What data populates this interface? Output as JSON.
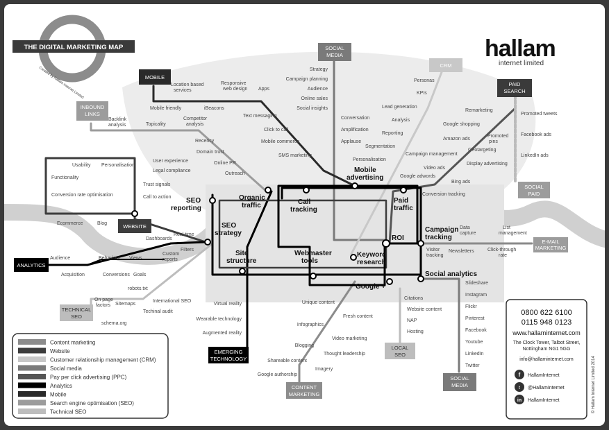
{
  "title": "THE DIGITAL MARKETING MAP",
  "created_by": "Created by Hallam Internet Limited",
  "brand": {
    "name": "hallam",
    "sub": "internet limited"
  },
  "copyright": "© Hallam Internet Limited 2014",
  "colors": {
    "content": "#8c8c8c",
    "website": "#3d3d3d",
    "crm": "#c8c8c8",
    "social": "#7a7a7a",
    "ppc": "#555555",
    "analytics": "#000000",
    "mobile": "#2a2a2a",
    "seo": "#9c9c9c",
    "tech": "#bdbdbd",
    "bg": "#e6e6e6"
  },
  "boxes": {
    "social_media_top": [
      "SOCIAL",
      "MEDIA"
    ],
    "crm": [
      "CRM"
    ],
    "mobile": [
      "MOBILE"
    ],
    "inbound_links": [
      "INBOUND",
      "LINKS"
    ],
    "paid_search": [
      "PAID",
      "SEARCH"
    ],
    "social_paid": [
      "SOCIAL",
      "PAID"
    ],
    "website": [
      "WEBSITE"
    ],
    "analytics": [
      "ANALYTICS"
    ],
    "email": [
      "E-MAIL",
      "MARKETING"
    ],
    "technical_seo": [
      "TECHNICAL",
      "SEO"
    ],
    "emerging": [
      "EMERGING",
      "TECHNOLOGY"
    ],
    "content_marketing": [
      "CONTENT",
      "MARKETING"
    ],
    "local_seo": [
      "LOCAL",
      "SEO"
    ],
    "social_media_bottom": [
      "SOCIAL",
      "MEDIA"
    ]
  },
  "hubs": {
    "seo_reporting": [
      "SEO",
      "reporting"
    ],
    "organic_traffic": [
      "Organic",
      "traffic"
    ],
    "call_tracking": [
      "Call",
      "tracking"
    ],
    "mobile_advertising": [
      "Mobile",
      "advertising"
    ],
    "paid_traffic": [
      "Paid",
      "traffic"
    ],
    "seo_strategy": [
      "SEO",
      "strategy"
    ],
    "roi": [
      "ROI"
    ],
    "campaign_tracking": [
      "Campaign",
      "tracking"
    ],
    "site_structure": [
      "Site",
      "structure"
    ],
    "webmaster_tools": [
      "Webmaster",
      "tools"
    ],
    "keyword_research": [
      "Keyword",
      "research"
    ],
    "social_analytics": [
      "Social analytics"
    ],
    "google_plus": [
      "Google +"
    ]
  },
  "stations": {
    "social_media_line": [
      "Strategy",
      "Campaign planning",
      "Audience",
      "Online sales",
      "Social insights"
    ],
    "social_media_right": [
      "Conversation",
      "Amplification",
      "Applause"
    ],
    "mobile_line": [
      "Location based",
      "services",
      "Responsive",
      "web design",
      "Apps",
      "Mobile friendly",
      "iBeacons",
      "Text messaging",
      "Click to call",
      "Mobile commerce",
      "SMS marketing"
    ],
    "inbound_links": [
      "Backlink",
      "analysis",
      "Topicality",
      "Competitor",
      "analysis",
      "Recency",
      "Domain trust",
      "Online PR",
      "Outreach"
    ],
    "website": [
      "Usability",
      "Personalisation",
      "User experience",
      "Legal compliance",
      "Functionality",
      "Trust signals",
      "Conversion rate optimisation",
      "Call to action",
      "Ecommerce",
      "Blog"
    ],
    "crm": [
      "Personas",
      "KPIs",
      "Lead generation",
      "Analysis",
      "Reporting",
      "Segmentation",
      "Personalisation"
    ],
    "paid_search": [
      "Remarketing",
      "Google shopping",
      "Amazon ads",
      "Promoted",
      "pins",
      "Geotargeting",
      "Display advertising",
      "Campaign management",
      "Video ads",
      "Google adwords",
      "Bing ads",
      "Conversion tracking"
    ],
    "social_paid": [
      "Promoted tweets",
      "Facebook ads",
      "LinkedIn ads"
    ],
    "email": [
      "Data",
      "capture",
      "List",
      "management",
      "Visitor",
      "tracking",
      "Newsletters",
      "Click-through",
      "rate"
    ],
    "analytics": [
      "Audience",
      "Acquisition",
      "Behaviour",
      "Views",
      "Conversions",
      "Goals",
      "Dashboards",
      "Custom",
      "reports",
      "Real time",
      "Filters"
    ],
    "technical_seo": [
      "robots.txt",
      "On page",
      "factors",
      "Sitemaps",
      "International SEO",
      "Techinal audit",
      "schema.org"
    ],
    "emerging": [
      "Virtual reality",
      "Wearable technology",
      "Augmented reality"
    ],
    "content": [
      "Unique content",
      "Fresh content",
      "Infographics",
      "Video marketing",
      "Blogging",
      "Thought leadership",
      "Shareable content",
      "Imagery",
      "Google authorship"
    ],
    "local_seo": [
      "Citations",
      "Website content",
      "NAP",
      "Hosting"
    ],
    "social_bottom": [
      "Slideshare",
      "Instagram",
      "Flickr",
      "Pinterest",
      "Facebook",
      "Youtube",
      "LinkedIn",
      "Twitter"
    ]
  },
  "contact": {
    "phone1": "0800 622 6100",
    "phone2": "0115 948 0123",
    "web": "www.hallaminternet.com",
    "address1": "The Clock Tower, Talbot Street,",
    "address2": "Nottingham NG1 5GG",
    "email": "info@hallaminternet.com",
    "facebook": "HallamInternet",
    "twitter": "@HallamInternet",
    "linkedin": "HallamInternet"
  },
  "legend": [
    {
      "label": "Content marketing",
      "color": "#8c8c8c"
    },
    {
      "label": "Website",
      "color": "#3d3d3d"
    },
    {
      "label": "Customer relationship management (CRM)",
      "color": "#c8c8c8"
    },
    {
      "label": "Social media",
      "color": "#7a7a7a"
    },
    {
      "label": "Pay per click advertising (PPC)",
      "color": "#555555"
    },
    {
      "label": "Analytics",
      "color": "#000000"
    },
    {
      "label": "Mobile",
      "color": "#2a2a2a"
    },
    {
      "label": "Search engine optimisation (SEO)",
      "color": "#9c9c9c"
    },
    {
      "label": "Technical SEO",
      "color": "#bdbdbd"
    }
  ]
}
